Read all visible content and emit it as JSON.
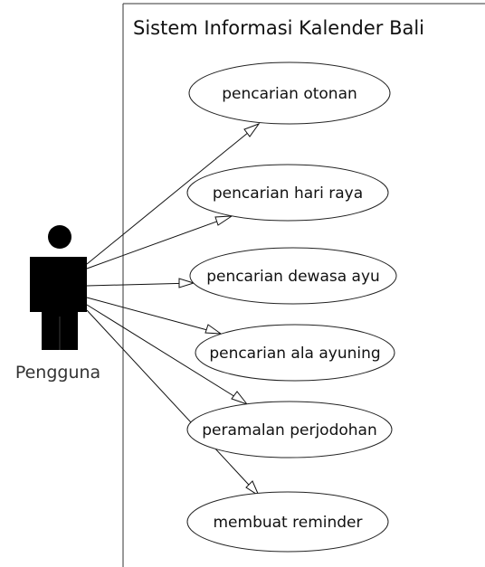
{
  "system": {
    "title": "Sistem Informasi Kalender Bali"
  },
  "actor": {
    "label": "Pengguna",
    "icon": "person-icon"
  },
  "use_cases": [
    {
      "label": "pencarian otonan"
    },
    {
      "label": "pencarian hari raya"
    },
    {
      "label": "pencarian dewasa ayu"
    },
    {
      "label": "pencarian ala ayuning"
    },
    {
      "label": "peramalan perjodohan"
    },
    {
      "label": "membuat reminder"
    }
  ]
}
